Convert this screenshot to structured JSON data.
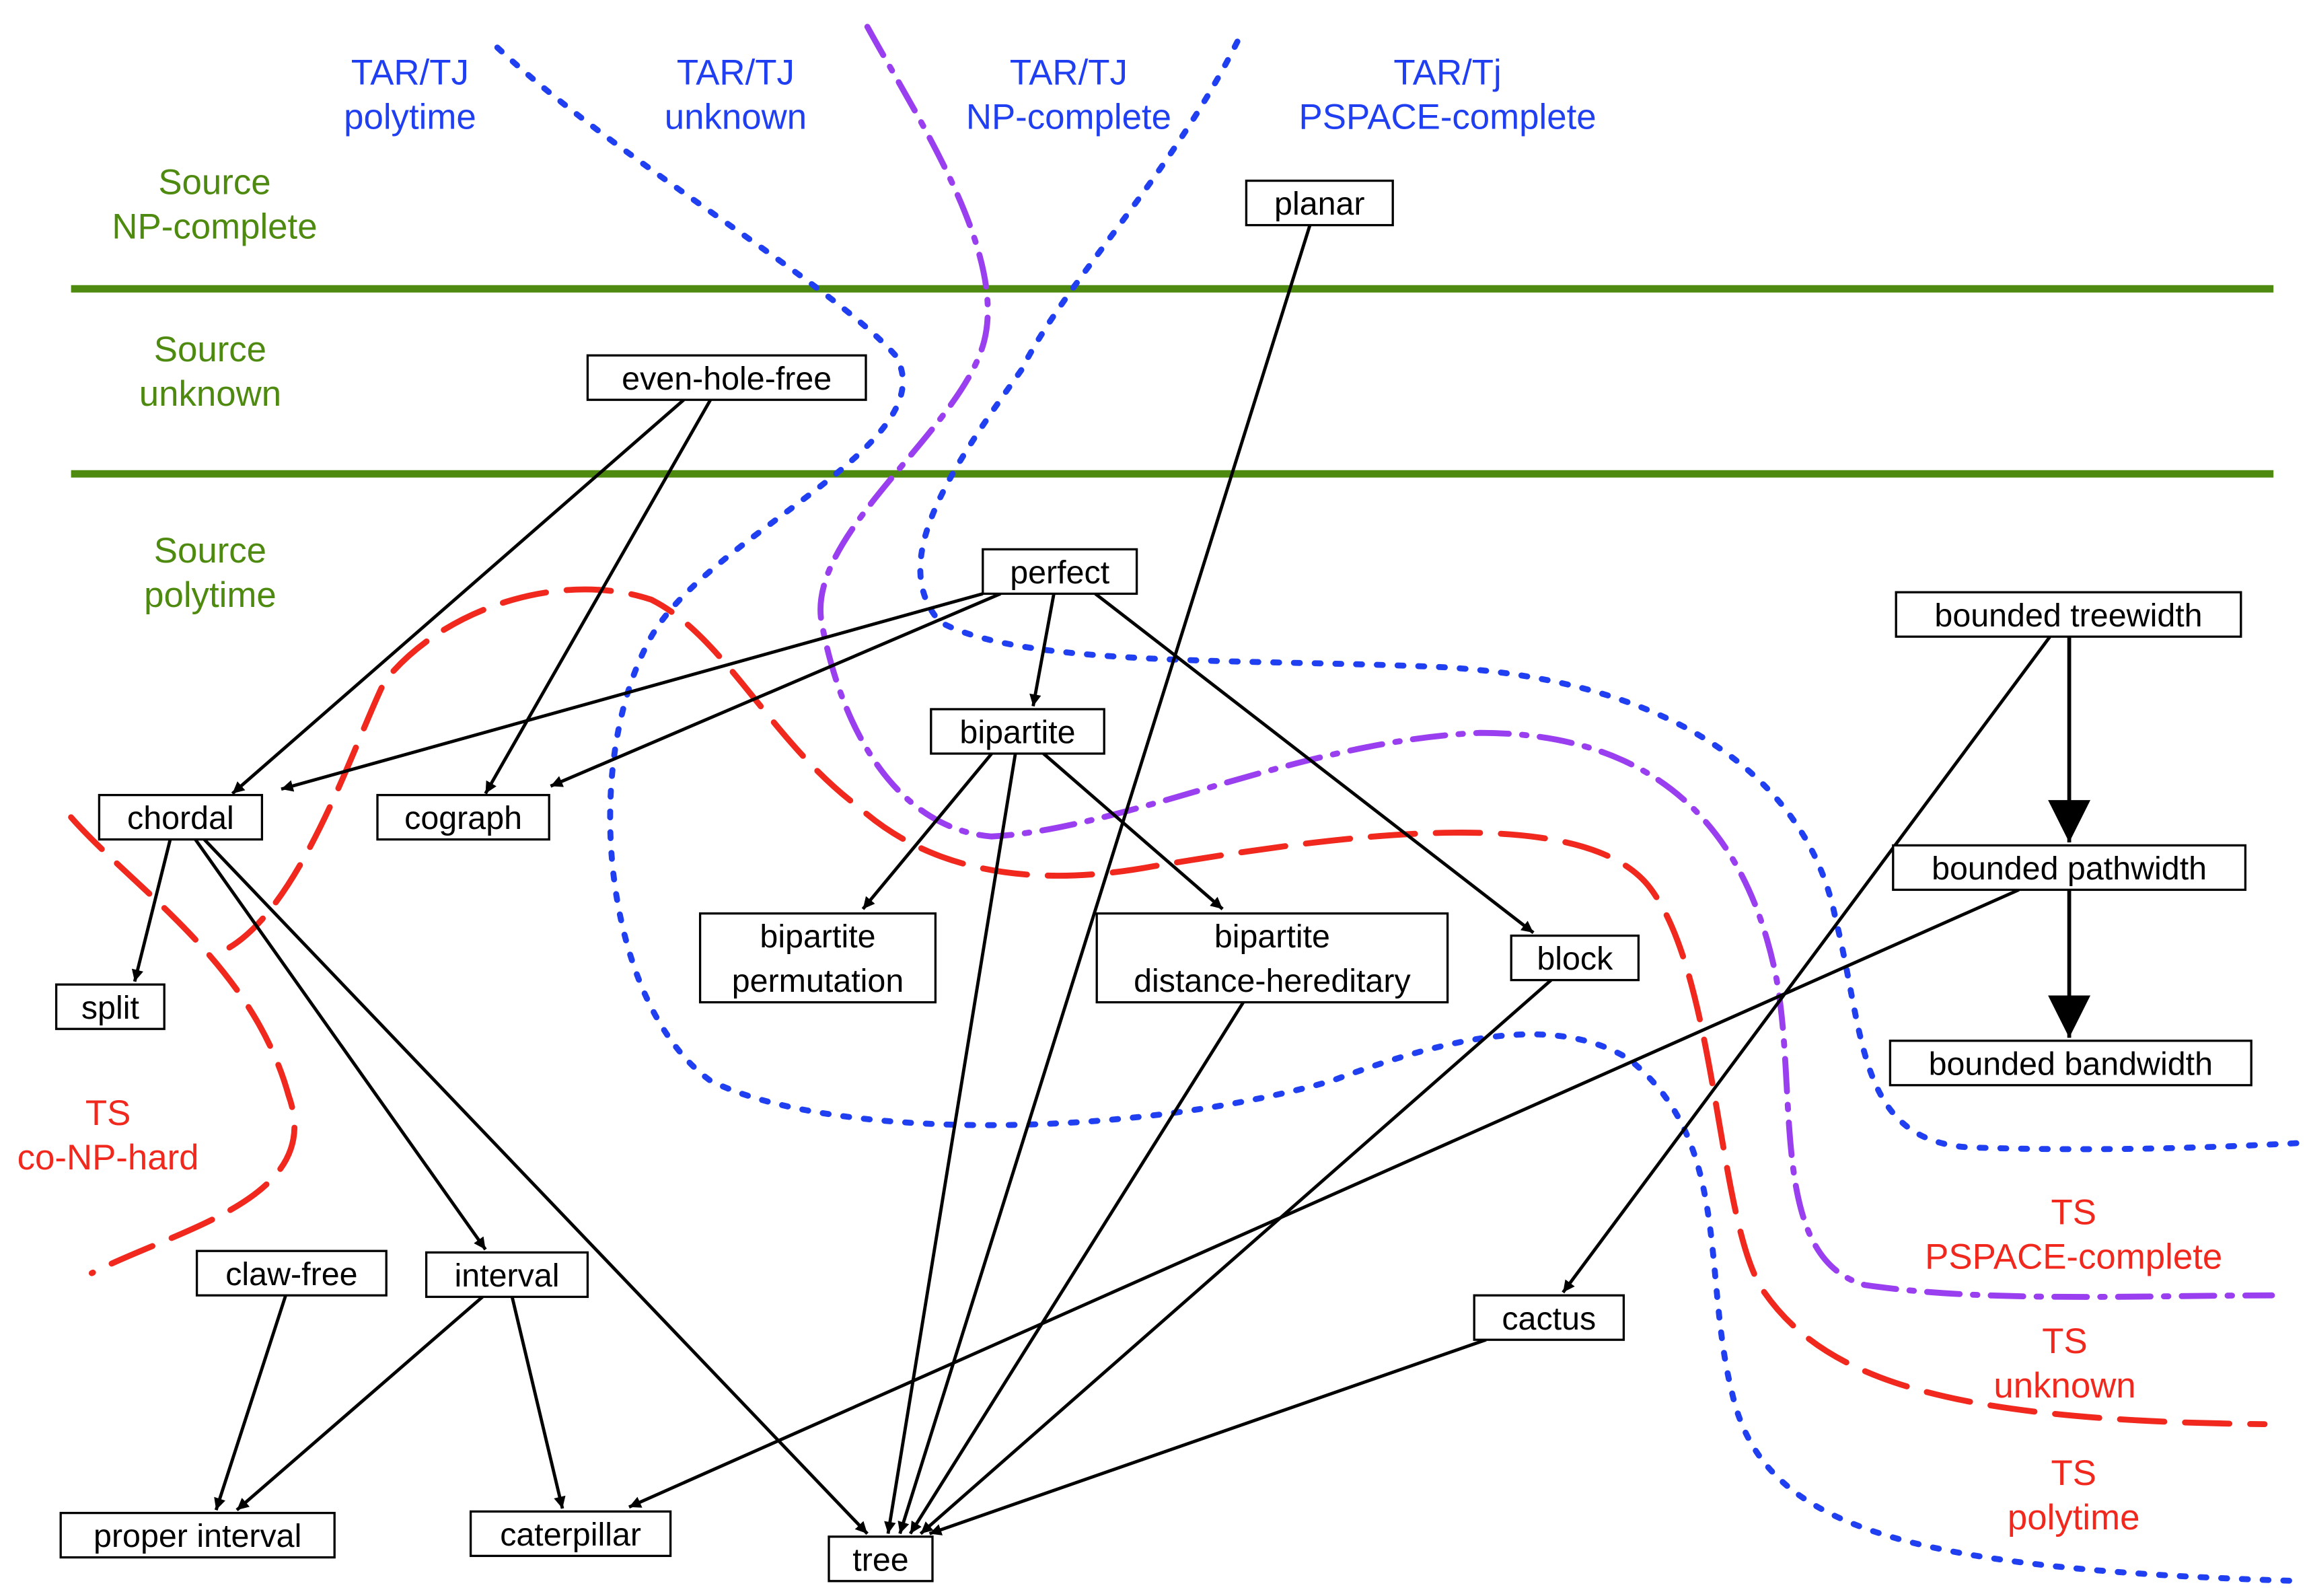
{
  "colors": {
    "source": "#4f8a10",
    "tar": "#1f3ff0",
    "ts": "#f0281e",
    "np_boundary": "#9a3ff0",
    "edge": "#000000"
  },
  "source_labels": [
    {
      "id": "src-np",
      "lines": [
        "Source",
        "NP-complete"
      ]
    },
    {
      "id": "src-unknown",
      "lines": [
        "Source",
        "unknown"
      ]
    },
    {
      "id": "src-poly",
      "lines": [
        "Source",
        "polytime"
      ]
    }
  ],
  "tar_labels": [
    {
      "id": "tar-poly",
      "lines": [
        "TAR/TJ",
        "polytime"
      ]
    },
    {
      "id": "tar-unknown",
      "lines": [
        "TAR/TJ",
        "unknown"
      ]
    },
    {
      "id": "tar-np",
      "lines": [
        "TAR/TJ",
        "NP-complete"
      ]
    },
    {
      "id": "tar-pspace",
      "lines": [
        "TAR/Tj",
        "PSPACE-complete"
      ]
    }
  ],
  "ts_labels": [
    {
      "id": "ts-conp",
      "lines": [
        "TS",
        "co-NP-hard"
      ]
    },
    {
      "id": "ts-pspace",
      "lines": [
        "TS",
        "PSPACE-complete"
      ]
    },
    {
      "id": "ts-unknown",
      "lines": [
        "TS",
        "unknown"
      ]
    },
    {
      "id": "ts-poly",
      "lines": [
        "TS",
        "polytime"
      ]
    }
  ],
  "nodes": [
    {
      "id": "planar",
      "lines": [
        "planar"
      ]
    },
    {
      "id": "even-hole-free",
      "lines": [
        "even-hole-free"
      ]
    },
    {
      "id": "perfect",
      "lines": [
        "perfect"
      ]
    },
    {
      "id": "bounded-treewidth",
      "lines": [
        "bounded treewidth"
      ]
    },
    {
      "id": "bipartite",
      "lines": [
        "bipartite"
      ]
    },
    {
      "id": "chordal",
      "lines": [
        "chordal"
      ]
    },
    {
      "id": "cograph",
      "lines": [
        "cograph"
      ]
    },
    {
      "id": "bounded-pathwidth",
      "lines": [
        "bounded pathwidth"
      ]
    },
    {
      "id": "bipartite-permutation",
      "lines": [
        "bipartite",
        "permutation"
      ]
    },
    {
      "id": "bipartite-distance-hereditary",
      "lines": [
        "bipartite",
        "distance-hereditary"
      ]
    },
    {
      "id": "block",
      "lines": [
        "block"
      ]
    },
    {
      "id": "split",
      "lines": [
        "split"
      ]
    },
    {
      "id": "bounded-bandwidth",
      "lines": [
        "bounded bandwidth"
      ]
    },
    {
      "id": "claw-free",
      "lines": [
        "claw-free"
      ]
    },
    {
      "id": "interval",
      "lines": [
        "interval"
      ]
    },
    {
      "id": "cactus",
      "lines": [
        "cactus"
      ]
    },
    {
      "id": "proper-interval",
      "lines": [
        "proper interval"
      ]
    },
    {
      "id": "caterpillar",
      "lines": [
        "caterpillar"
      ]
    },
    {
      "id": "tree",
      "lines": [
        "tree"
      ]
    }
  ],
  "edges": [
    {
      "from": "planar",
      "to": "tree"
    },
    {
      "from": "even-hole-free",
      "to": "chordal"
    },
    {
      "from": "even-hole-free",
      "to": "cograph"
    },
    {
      "from": "perfect",
      "to": "chordal"
    },
    {
      "from": "perfect",
      "to": "cograph"
    },
    {
      "from": "perfect",
      "to": "bipartite"
    },
    {
      "from": "perfect",
      "to": "block"
    },
    {
      "from": "bipartite",
      "to": "bipartite-permutation"
    },
    {
      "from": "bipartite",
      "to": "bipartite-distance-hereditary"
    },
    {
      "from": "bipartite",
      "to": "tree"
    },
    {
      "from": "chordal",
      "to": "split"
    },
    {
      "from": "chordal",
      "to": "interval"
    },
    {
      "from": "chordal",
      "to": "tree"
    },
    {
      "from": "bipartite-distance-hereditary",
      "to": "tree"
    },
    {
      "from": "block",
      "to": "tree"
    },
    {
      "from": "bounded-treewidth",
      "to": "bounded-pathwidth"
    },
    {
      "from": "bounded-treewidth",
      "to": "cactus"
    },
    {
      "from": "bounded-pathwidth",
      "to": "bounded-bandwidth"
    },
    {
      "from": "bounded-pathwidth",
      "to": "caterpillar"
    },
    {
      "from": "claw-free",
      "to": "proper-interval"
    },
    {
      "from": "interval",
      "to": "proper-interval"
    },
    {
      "from": "interval",
      "to": "caterpillar"
    },
    {
      "from": "cactus",
      "to": "tree"
    }
  ]
}
